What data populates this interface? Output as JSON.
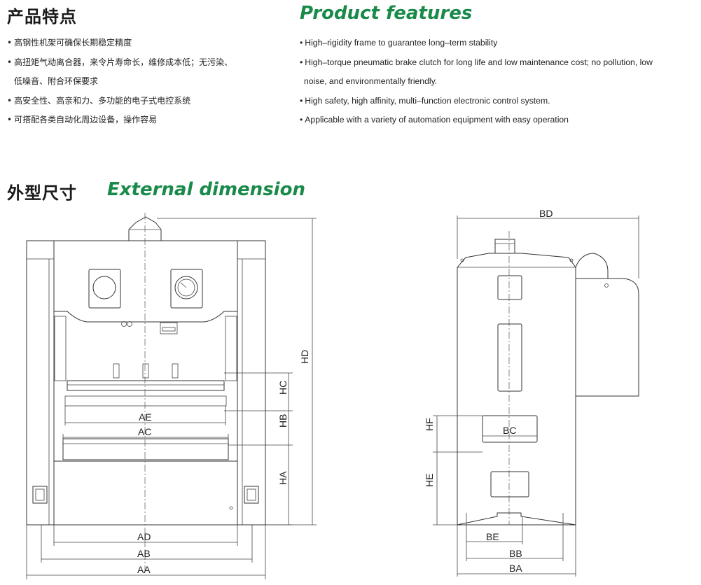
{
  "features": {
    "cn_title": "产品特点",
    "en_title": "Product features",
    "cn_items": [
      "高钢性机架可确保长期稳定精度",
      "高扭矩气动离合器，来令片寿命长，维修成本低；无污染、",
      "低噪音、附合环保要求",
      "高安全性、高亲和力、多功能的电子式电控系统",
      "可搭配各类自动化周边设备，操作容易"
    ],
    "en_items": [
      "High–rigidity frame to guarantee long–term stability",
      "High–torque pneumatic brake clutch for long life and low maintenance cost; no pollution, low",
      "noise, and environmentally friendly.",
      "High safety, high affinity, multi–function electronic control system.",
      "Applicable with a variety of automation equipment with easy operation"
    ]
  },
  "dimension": {
    "cn_title": "外型尺寸",
    "en_title": "External dimension"
  },
  "front_labels": {
    "HD": "HD",
    "HC": "HC",
    "HB": "HB",
    "HA": "HA",
    "AE": "AE",
    "AC": "AC",
    "AD": "AD",
    "AB": "AB",
    "AA": "AA"
  },
  "side_labels": {
    "BD": "BD",
    "BC": "BC",
    "HF": "HF",
    "HE": "HE",
    "BE": "BE",
    "BB": "BB",
    "BA": "BA"
  },
  "colors": {
    "accent": "#1a8a4a",
    "text": "#222222",
    "line": "#333333"
  }
}
